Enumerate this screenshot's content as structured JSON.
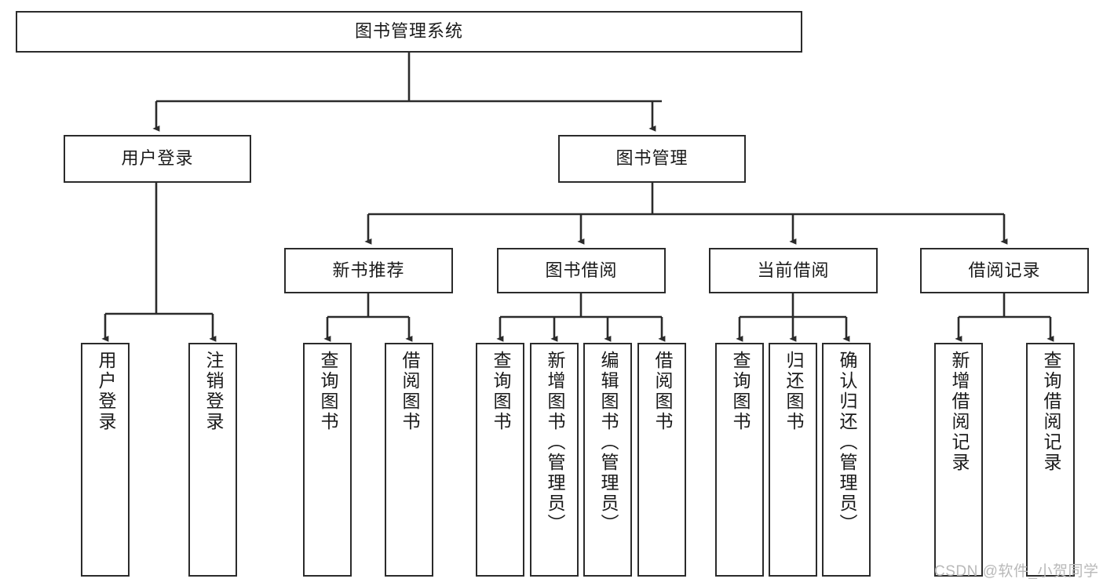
{
  "diagram": {
    "title": "图书管理系统",
    "type": "tree",
    "colors": {
      "stroke": "#2b2b2b",
      "fill": "#ffffff",
      "text": "#1a1a1a",
      "watermark": "#b9b9b9"
    },
    "levels": {
      "root": {
        "label": "图书管理系统"
      },
      "level2": [
        {
          "label": "用户登录"
        },
        {
          "label": "图书管理"
        }
      ],
      "level3": [
        {
          "label": "新书推荐"
        },
        {
          "label": "图书借阅"
        },
        {
          "label": "当前借阅"
        },
        {
          "label": "借阅记录"
        }
      ],
      "leaves": [
        {
          "label": "用户登录",
          "parent": "用户登录"
        },
        {
          "label": "注销登录",
          "parent": "用户登录"
        },
        {
          "label": "查询图书",
          "parent": "新书推荐"
        },
        {
          "label": "借阅图书",
          "parent": "新书推荐"
        },
        {
          "label": "查询图书",
          "parent": "图书借阅"
        },
        {
          "label": "新增图书（管理员）",
          "parent": "图书借阅"
        },
        {
          "label": "编辑图书（管理员）",
          "parent": "图书借阅"
        },
        {
          "label": "借阅图书",
          "parent": "图书借阅"
        },
        {
          "label": "查询图书",
          "parent": "当前借阅"
        },
        {
          "label": "归还图书",
          "parent": "当前借阅"
        },
        {
          "label": "确认归还（管理员）",
          "parent": "当前借阅"
        },
        {
          "label": "新增借阅记录",
          "parent": "借阅记录"
        },
        {
          "label": "查询借阅记录",
          "parent": "借阅记录"
        }
      ]
    }
  },
  "watermark": {
    "text": "CSDN @软件_小贺同学"
  }
}
